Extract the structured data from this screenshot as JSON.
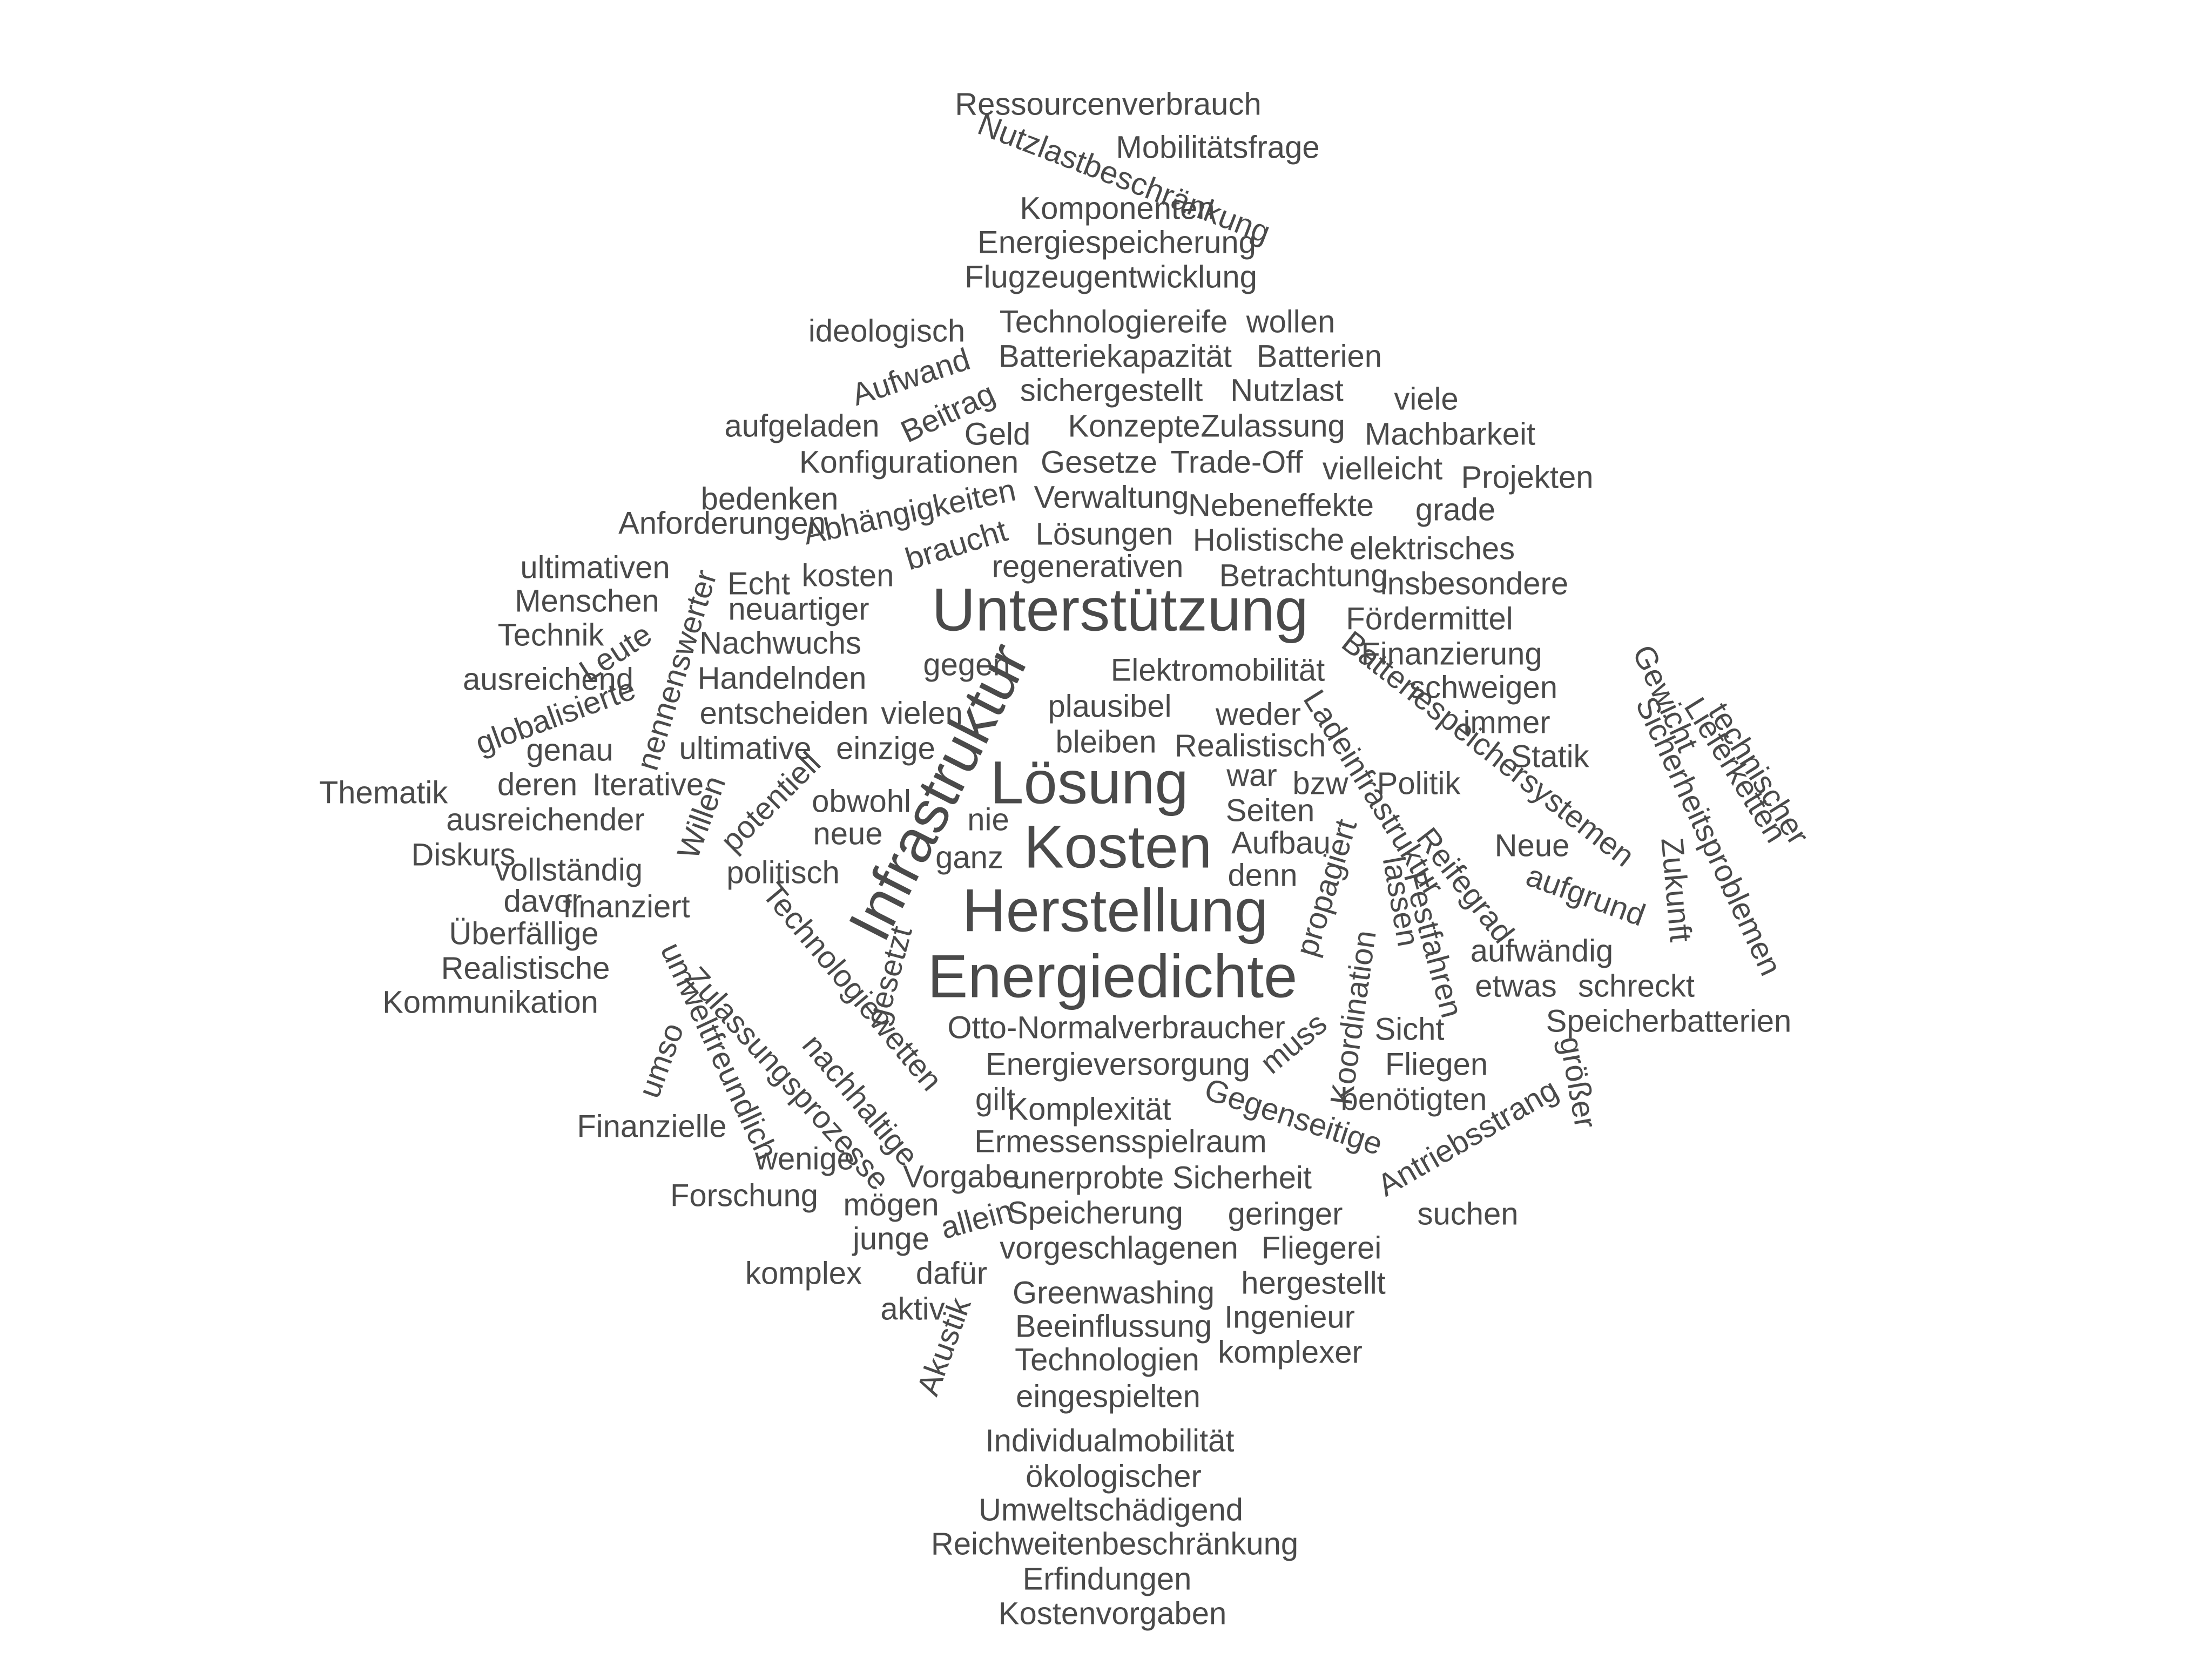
{
  "style": {
    "text_color": "#4a4a4a",
    "background": "#ffffff"
  },
  "words": [
    {
      "text": "Ressourcenverbrauch",
      "weight": 1,
      "rotated": false
    },
    {
      "text": "Mobilitätsfrage",
      "weight": 1,
      "rotated": false
    },
    {
      "text": "Nutzlastbeschränkung",
      "weight": 1,
      "rotated": true
    },
    {
      "text": "Komponenten",
      "weight": 1,
      "rotated": false
    },
    {
      "text": "Energiespeicherung",
      "weight": 1,
      "rotated": false
    },
    {
      "text": "Flugzeugentwicklung",
      "weight": 1,
      "rotated": false
    },
    {
      "text": "ideologisch",
      "weight": 1,
      "rotated": false
    },
    {
      "text": "Technologiereife",
      "weight": 1,
      "rotated": false
    },
    {
      "text": "wollen",
      "weight": 1,
      "rotated": false
    },
    {
      "text": "Batteriekapazität",
      "weight": 1,
      "rotated": false
    },
    {
      "text": "Batterien",
      "weight": 1,
      "rotated": false
    },
    {
      "text": "Aufwand",
      "weight": 1,
      "rotated": true
    },
    {
      "text": "sichergestellt",
      "weight": 1,
      "rotated": false
    },
    {
      "text": "Nutzlast",
      "weight": 1,
      "rotated": false
    },
    {
      "text": "viele",
      "weight": 1,
      "rotated": false
    },
    {
      "text": "aufgeladen",
      "weight": 1,
      "rotated": false
    },
    {
      "text": "Beitrag",
      "weight": 1,
      "rotated": true
    },
    {
      "text": "Geld",
      "weight": 1,
      "rotated": false
    },
    {
      "text": "Konzepte",
      "weight": 1,
      "rotated": false
    },
    {
      "text": "Zulassung",
      "weight": 1,
      "rotated": false
    },
    {
      "text": "Machbarkeit",
      "weight": 1,
      "rotated": false
    },
    {
      "text": "Konfigurationen",
      "weight": 1,
      "rotated": false
    },
    {
      "text": "Gesetze",
      "weight": 1,
      "rotated": false
    },
    {
      "text": "Trade-Off",
      "weight": 1,
      "rotated": false
    },
    {
      "text": "vielleicht",
      "weight": 1,
      "rotated": false
    },
    {
      "text": "Projekten",
      "weight": 1,
      "rotated": false
    },
    {
      "text": "bedenken",
      "weight": 1,
      "rotated": false
    },
    {
      "text": "Abhängigkeiten",
      "weight": 1,
      "rotated": true
    },
    {
      "text": "Verwaltung",
      "weight": 1,
      "rotated": false
    },
    {
      "text": "Nebeneffekte",
      "weight": 1,
      "rotated": false
    },
    {
      "text": "grade",
      "weight": 1,
      "rotated": false
    },
    {
      "text": "Anforderungen",
      "weight": 1,
      "rotated": false
    },
    {
      "text": "braucht",
      "weight": 1,
      "rotated": true
    },
    {
      "text": "Lösungen",
      "weight": 1,
      "rotated": false
    },
    {
      "text": "Holistische",
      "weight": 1,
      "rotated": false
    },
    {
      "text": "elektrisches",
      "weight": 1,
      "rotated": false
    },
    {
      "text": "ultimativen",
      "weight": 1,
      "rotated": false
    },
    {
      "text": "Echt",
      "weight": 1,
      "rotated": false
    },
    {
      "text": "kosten",
      "weight": 1,
      "rotated": false
    },
    {
      "text": "regenerativen",
      "weight": 1,
      "rotated": false
    },
    {
      "text": "Betrachtung",
      "weight": 1,
      "rotated": false
    },
    {
      "text": "insbesondere",
      "weight": 1,
      "rotated": false
    },
    {
      "text": "Menschen",
      "weight": 1,
      "rotated": false
    },
    {
      "text": "neuartiger",
      "weight": 1,
      "rotated": false
    },
    {
      "text": "Unterstützung",
      "weight": 3,
      "rotated": false
    },
    {
      "text": "Fördermittel",
      "weight": 1,
      "rotated": false
    },
    {
      "text": "Technik",
      "weight": 1,
      "rotated": false
    },
    {
      "text": "Nachwuchs",
      "weight": 1,
      "rotated": false
    },
    {
      "text": "nennenswerter",
      "weight": 1,
      "rotated": true
    },
    {
      "text": "Gewicht",
      "weight": 1,
      "rotated": true
    },
    {
      "text": "Finanzierung",
      "weight": 1,
      "rotated": false
    },
    {
      "text": "Leute",
      "weight": 1,
      "rotated": true
    },
    {
      "text": "Handelnden",
      "weight": 1,
      "rotated": false
    },
    {
      "text": "gegen",
      "weight": 1,
      "rotated": false
    },
    {
      "text": "Elektromobilität",
      "weight": 1,
      "rotated": false
    },
    {
      "text": "Batteriespeichersystemen",
      "weight": 1,
      "rotated": true
    },
    {
      "text": "schweigen",
      "weight": 1,
      "rotated": false
    },
    {
      "text": "ausreichend",
      "weight": 1,
      "rotated": false
    },
    {
      "text": "Infrastruktur",
      "weight": 3,
      "rotated": true
    },
    {
      "text": "plausibel",
      "weight": 1,
      "rotated": false
    },
    {
      "text": "weder",
      "weight": 1,
      "rotated": false
    },
    {
      "text": "immer",
      "weight": 1,
      "rotated": false
    },
    {
      "text": "Lieferketten",
      "weight": 1,
      "rotated": true
    },
    {
      "text": "technischer",
      "weight": 1,
      "rotated": true
    },
    {
      "text": "globalisierte",
      "weight": 1,
      "rotated": true
    },
    {
      "text": "entscheiden",
      "weight": 1,
      "rotated": false
    },
    {
      "text": "vielen",
      "weight": 1,
      "rotated": false
    },
    {
      "text": "Ladeinfrastruktur",
      "weight": 1,
      "rotated": true
    },
    {
      "text": "bleiben",
      "weight": 1,
      "rotated": false
    },
    {
      "text": "Realistisch",
      "weight": 1,
      "rotated": false
    },
    {
      "text": "Statik",
      "weight": 1,
      "rotated": false
    },
    {
      "text": "genau",
      "weight": 1,
      "rotated": false
    },
    {
      "text": "ultimative",
      "weight": 1,
      "rotated": false
    },
    {
      "text": "einzige",
      "weight": 1,
      "rotated": false
    },
    {
      "text": "Sicherheitsproblemen",
      "weight": 1,
      "rotated": true
    },
    {
      "text": "Thematik",
      "weight": 1,
      "rotated": false
    },
    {
      "text": "deren",
      "weight": 1,
      "rotated": false
    },
    {
      "text": "Iterative",
      "weight": 1,
      "rotated": false
    },
    {
      "text": "Lösung",
      "weight": 3,
      "rotated": false
    },
    {
      "text": "war",
      "weight": 1,
      "rotated": false
    },
    {
      "text": "bzw",
      "weight": 1,
      "rotated": false
    },
    {
      "text": "Politik",
      "weight": 1,
      "rotated": false
    },
    {
      "text": "potentiell",
      "weight": 1,
      "rotated": true
    },
    {
      "text": "obwohl",
      "weight": 1,
      "rotated": false
    },
    {
      "text": "Seiten",
      "weight": 1,
      "rotated": false
    },
    {
      "text": "ausreichender",
      "weight": 1,
      "rotated": false
    },
    {
      "text": "Willen",
      "weight": 1,
      "rotated": true
    },
    {
      "text": "nie",
      "weight": 1,
      "rotated": false
    },
    {
      "text": "neue",
      "weight": 1,
      "rotated": false
    },
    {
      "text": "Kosten",
      "weight": 3,
      "rotated": false
    },
    {
      "text": "Aufbau",
      "weight": 1,
      "rotated": false
    },
    {
      "text": "Neue",
      "weight": 1,
      "rotated": false
    },
    {
      "text": "Diskurs",
      "weight": 1,
      "rotated": false
    },
    {
      "text": "ganz",
      "weight": 1,
      "rotated": false
    },
    {
      "text": "propagiert",
      "weight": 1,
      "rotated": true
    },
    {
      "text": "Reifegrad",
      "weight": 1,
      "rotated": true
    },
    {
      "text": "vollständig",
      "weight": 1,
      "rotated": false
    },
    {
      "text": "politisch",
      "weight": 1,
      "rotated": false
    },
    {
      "text": "denn",
      "weight": 1,
      "rotated": false
    },
    {
      "text": "aufgrund",
      "weight": 1,
      "rotated": true
    },
    {
      "text": "Zukunft",
      "weight": 1,
      "rotated": true
    },
    {
      "text": "davor",
      "weight": 1,
      "rotated": false
    },
    {
      "text": "finanziert",
      "weight": 1,
      "rotated": false
    },
    {
      "text": "Herstellung",
      "weight": 3,
      "rotated": false
    },
    {
      "text": "lassen",
      "weight": 1,
      "rotated": true
    },
    {
      "text": "Festfahren",
      "weight": 1,
      "rotated": true
    },
    {
      "text": "Überfällige",
      "weight": 1,
      "rotated": false
    },
    {
      "text": "Technologiewetten",
      "weight": 1,
      "rotated": true
    },
    {
      "text": "aufwändig",
      "weight": 1,
      "rotated": false
    },
    {
      "text": "Realistische",
      "weight": 1,
      "rotated": false
    },
    {
      "text": "gesetzt",
      "weight": 1,
      "rotated": true
    },
    {
      "text": "Energiedichte",
      "weight": 3,
      "rotated": false
    },
    {
      "text": "etwas",
      "weight": 1,
      "rotated": false
    },
    {
      "text": "schreckt",
      "weight": 1,
      "rotated": false
    },
    {
      "text": "Kommunikation",
      "weight": 1,
      "rotated": false
    },
    {
      "text": "umweltfreundlich",
      "weight": 1,
      "rotated": true
    },
    {
      "text": "Koordination",
      "weight": 1,
      "rotated": true
    },
    {
      "text": "Speicherbatterien",
      "weight": 1,
      "rotated": false
    },
    {
      "text": "Otto-Normalverbraucher",
      "weight": 1,
      "rotated": false
    },
    {
      "text": "Sicht",
      "weight": 1,
      "rotated": false
    },
    {
      "text": "Zulassungsprozesse",
      "weight": 1,
      "rotated": true
    },
    {
      "text": "nachhaltige",
      "weight": 1,
      "rotated": true
    },
    {
      "text": "muss",
      "weight": 1,
      "rotated": true
    },
    {
      "text": "umso",
      "weight": 1,
      "rotated": true
    },
    {
      "text": "Energieversorgung",
      "weight": 1,
      "rotated": false
    },
    {
      "text": "Fliegen",
      "weight": 1,
      "rotated": false
    },
    {
      "text": "größer",
      "weight": 1,
      "rotated": true
    },
    {
      "text": "gilt",
      "weight": 1,
      "rotated": false
    },
    {
      "text": "Komplexität",
      "weight": 1,
      "rotated": false
    },
    {
      "text": "Gegenseitige",
      "weight": 1,
      "rotated": true
    },
    {
      "text": "benötigten",
      "weight": 1,
      "rotated": false
    },
    {
      "text": "Antriebsstrang",
      "weight": 1,
      "rotated": true
    },
    {
      "text": "Finanzielle",
      "weight": 1,
      "rotated": false
    },
    {
      "text": "Ermessensspielraum",
      "weight": 1,
      "rotated": false
    },
    {
      "text": "wenige",
      "weight": 1,
      "rotated": false
    },
    {
      "text": "Vorgabe",
      "weight": 1,
      "rotated": false
    },
    {
      "text": "unerprobte",
      "weight": 1,
      "rotated": false
    },
    {
      "text": "Sicherheit",
      "weight": 1,
      "rotated": false
    },
    {
      "text": "Forschung",
      "weight": 1,
      "rotated": false
    },
    {
      "text": "mögen",
      "weight": 1,
      "rotated": false
    },
    {
      "text": "allein",
      "weight": 1,
      "rotated": true
    },
    {
      "text": "Speicherung",
      "weight": 1,
      "rotated": false
    },
    {
      "text": "geringer",
      "weight": 1,
      "rotated": false
    },
    {
      "text": "suchen",
      "weight": 1,
      "rotated": false
    },
    {
      "text": "junge",
      "weight": 1,
      "rotated": false
    },
    {
      "text": "vorgeschlagenen",
      "weight": 1,
      "rotated": false
    },
    {
      "text": "Fliegerei",
      "weight": 1,
      "rotated": false
    },
    {
      "text": "komplex",
      "weight": 1,
      "rotated": false
    },
    {
      "text": "dafür",
      "weight": 1,
      "rotated": false
    },
    {
      "text": "hergestellt",
      "weight": 1,
      "rotated": false
    },
    {
      "text": "Greenwashing",
      "weight": 1,
      "rotated": false
    },
    {
      "text": "aktiv",
      "weight": 1,
      "rotated": false
    },
    {
      "text": "Ingenieur",
      "weight": 1,
      "rotated": false
    },
    {
      "text": "Beeinflussung",
      "weight": 1,
      "rotated": false
    },
    {
      "text": "komplexer",
      "weight": 1,
      "rotated": false
    },
    {
      "text": "Akustik",
      "weight": 1,
      "rotated": true
    },
    {
      "text": "Technologien",
      "weight": 1,
      "rotated": false
    },
    {
      "text": "eingespielten",
      "weight": 1,
      "rotated": false
    },
    {
      "text": "Individualmobilität",
      "weight": 1,
      "rotated": false
    },
    {
      "text": "ökologischer",
      "weight": 1,
      "rotated": false
    },
    {
      "text": "Umweltschädigend",
      "weight": 1,
      "rotated": false
    },
    {
      "text": "Reichweitenbeschränkung",
      "weight": 1,
      "rotated": false
    },
    {
      "text": "Erfindungen",
      "weight": 1,
      "rotated": false
    },
    {
      "text": "Kostenvorgaben",
      "weight": 1,
      "rotated": false
    }
  ]
}
